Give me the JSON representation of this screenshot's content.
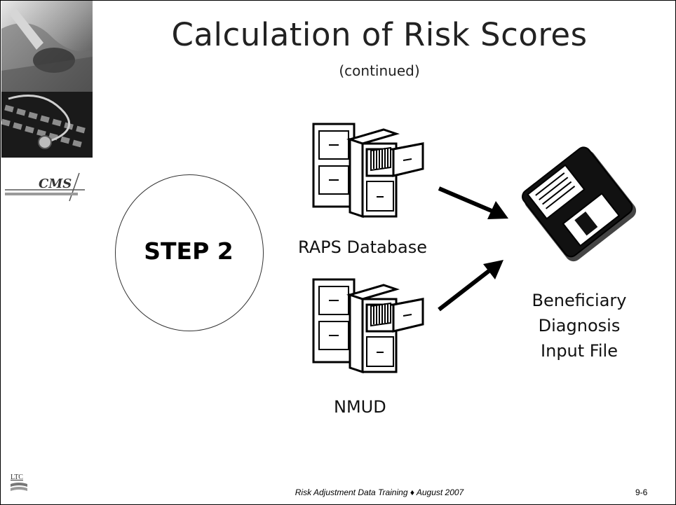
{
  "slide": {
    "title": "Calculation of Risk Scores",
    "subtitle": "(continued)",
    "step_label": "STEP 2",
    "source_1_label": "RAPS Database",
    "source_2_label": "NMUD",
    "target_label_lines": [
      "Beneficiary",
      "Diagnosis",
      "Input File"
    ],
    "footer": "Risk Adjustment Data Training ♦ August 2007",
    "page_number": "9-6",
    "logos": {
      "cms": "CMS",
      "ltc": "LTC"
    }
  },
  "icons": {
    "source_1": "file-cabinet-icon",
    "source_2": "file-cabinet-icon",
    "target": "floppy-disk-icon"
  }
}
